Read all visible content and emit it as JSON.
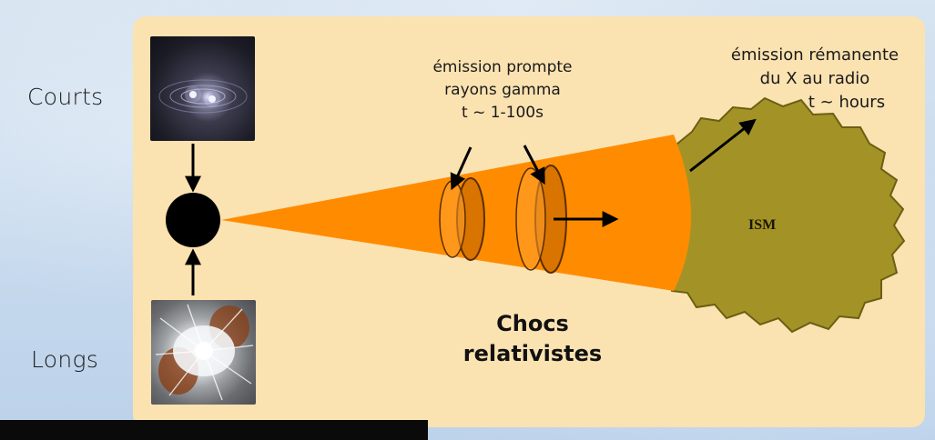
{
  "labels": {
    "courts": "Courts",
    "longs": "Longs"
  },
  "prompt_emission": {
    "line1": "émission prompte",
    "line2": "rayons gamma",
    "line3": "t ~ 1-100s"
  },
  "afterglow_emission": {
    "line1": "émission rémanente",
    "line2": "du X au radio",
    "line3": "t ~ hours"
  },
  "ism_label": "ISM",
  "shocks": {
    "line1": "Chocs",
    "line2": "relativistes"
  },
  "colors": {
    "panel": "#fbe2b1",
    "jet": "#ff8c00",
    "shell": "#e07600",
    "ism": "#a39326",
    "bottom_text": "#2fc7d6"
  }
}
